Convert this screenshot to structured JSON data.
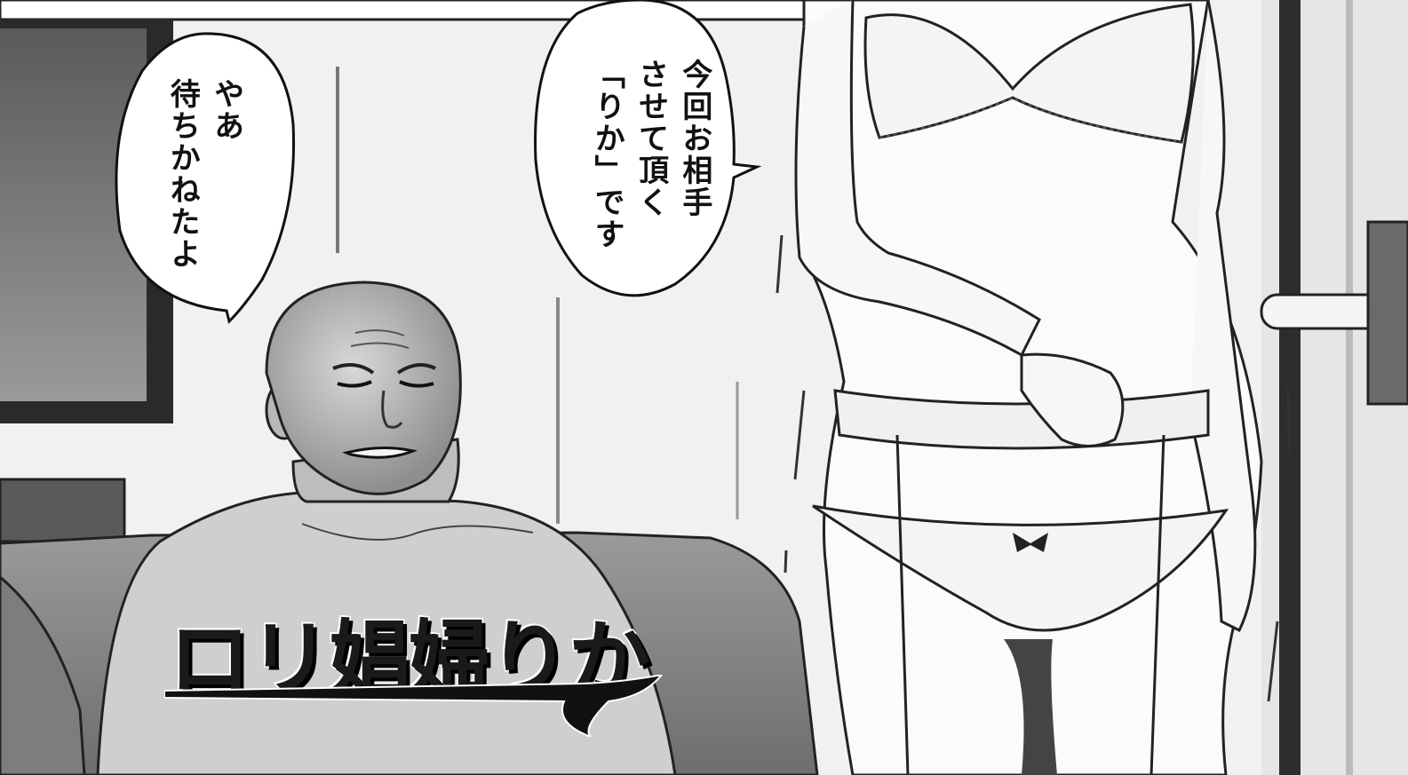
{
  "speech_bubbles": {
    "man": {
      "lines": [
        "やあ",
        "待ちかねたよ"
      ]
    },
    "girl": {
      "lines": [
        "今回お相手",
        "させて頂く",
        "「りか」です"
      ]
    }
  },
  "title_logo": "ロリ娼婦りか"
}
